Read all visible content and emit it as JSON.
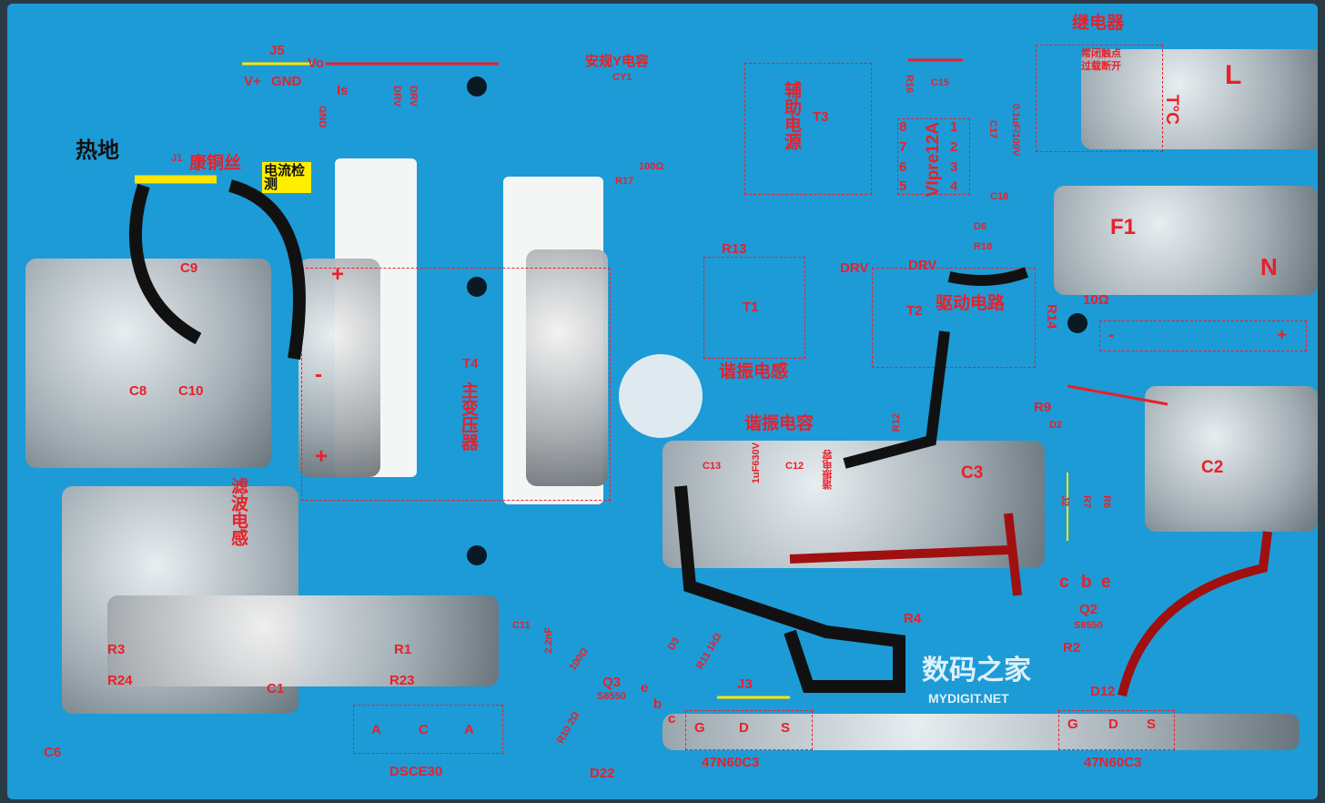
{
  "labels": {
    "relay": "继电器",
    "relay_note1": "常闭触点",
    "relay_note2": "过载断开",
    "L": "L",
    "N": "N",
    "thermal": "T°C",
    "F1": "F1",
    "r_10": "10Ω",
    "R14": "R14",
    "minus": "-",
    "plus": "+",
    "J5": "J5",
    "Vplus": "V+",
    "GND1": "GND",
    "Vo": "Vo",
    "GND2": "GND",
    "Is": "Is",
    "DRV1": "DRV",
    "DRV2": "DRV",
    "ycap": "安规Y电容",
    "CY1": "CY1",
    "R17": "R17",
    "r_100": "100Ω",
    "aux": "辅助电源",
    "T3": "T3",
    "ic": "VIpre12A",
    "p1": "1",
    "p2": "2",
    "p3": "3",
    "p4": "4",
    "p5": "5",
    "p6": "6",
    "p7": "7",
    "p8": "8",
    "C15": "C15",
    "C17": "C17",
    "c17v": "0.1uF/100V",
    "C18": "C18",
    "D6": "D6",
    "R18": "R18",
    "R16": "R16",
    "hot_ground": "热地",
    "J1": "J1",
    "shunt": "康铜丝",
    "current_sense": "电流检测",
    "C9": "C9",
    "C8": "C8",
    "C10": "C10",
    "filter_inductor": "滤波电感",
    "T4": "T4",
    "main_transformer": "主变压器",
    "t4_plus1": "+",
    "t4_minus": "-",
    "t4_plus2": "+",
    "R13": "R13",
    "T1": "T1",
    "res_inductor": "谐振电感",
    "T2": "T2",
    "drive": "驱动电路",
    "DRV3": "DRV",
    "DRV4": "DRV",
    "res_cap": "谐振电容",
    "C13": "C13",
    "C12": "C12",
    "c13v": "1uF630V",
    "C12note": "谐振电容",
    "R12": "R12",
    "R9": "R9",
    "D2": "D2",
    "C3": "C3",
    "C2": "C2",
    "J2": "J2",
    "R7": "R7",
    "R6": "R6",
    "c": "c",
    "b": "b",
    "e": "e",
    "Q2": "Q2",
    "Q2type": "S8550",
    "R4": "R4",
    "R2": "R2",
    "D12": "D12",
    "G1": "G",
    "D1": "D",
    "S1": "S",
    "mos1": "47N60C3",
    "G2": "G",
    "D2b": "D",
    "S2": "S",
    "mos2": "47N60C3",
    "R3": "R3",
    "R24": "R24",
    "R1": "R1",
    "R23": "R23",
    "C1": "C1",
    "C6": "C6",
    "A1": "A",
    "Cc": "C",
    "A2": "A",
    "diode": "DSCE30",
    "C11": "C11",
    "c11v": "2.2nF",
    "r100b": "100Ω",
    "Q3": "Q3",
    "Q3type": "S8550",
    "e3": "e",
    "b3": "b",
    "c3": "c",
    "R10": "R10 2Ω",
    "D22": "D22",
    "D3": "D3",
    "R11": "R11 1kΩ",
    "J3": "J3"
  },
  "watermark": {
    "cn": "数码之家",
    "en": "MYDIGIT.NET"
  }
}
